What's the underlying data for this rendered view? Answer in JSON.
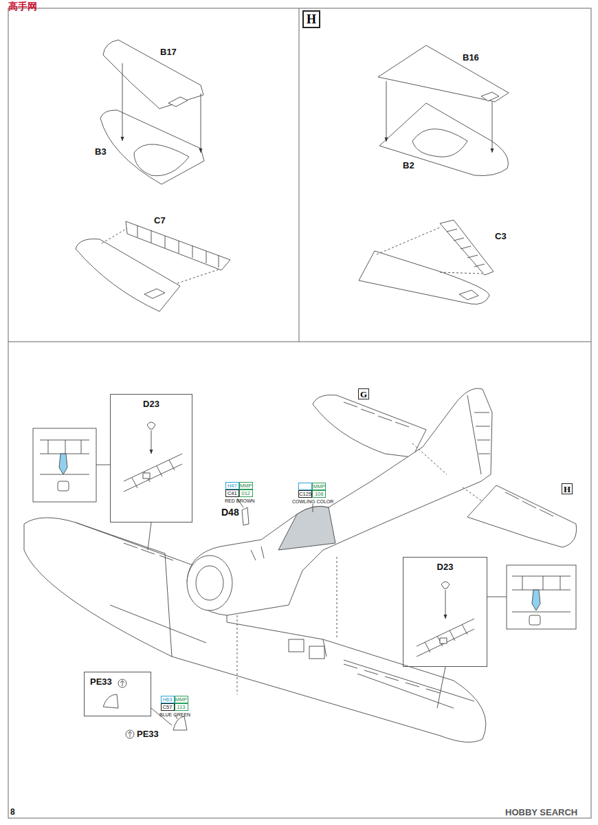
{
  "diagram": {
    "nodes": [
      {
        "text": [
          "H"
        ]
      },
      {
        "text": [
          "D23"
        ]
      },
      {
        "text": [
          "G"
        ]
      },
      {
        "text": [
          "H47",
          "MMP",
          "C41",
          "012",
          "RED BROWN"
        ]
      },
      {
        "text": [
          "MMP",
          "C125",
          "108",
          "COWLING COLOR"
        ]
      },
      {
        "text": [
          "H"
        ]
      },
      {
        "text": [
          "D23"
        ]
      },
      {
        "text": [
          "PE33"
        ]
      },
      {
        "text": [
          "H63",
          "MMP",
          "C57",
          "113",
          "BLUE GREEN"
        ]
      }
    ],
    "labels": [
      "高手网",
      "B17",
      "B3",
      "C7",
      "B16",
      "B2",
      "C3",
      "D48",
      "PE33",
      "8",
      "HOBBY SEARCH"
    ]
  }
}
